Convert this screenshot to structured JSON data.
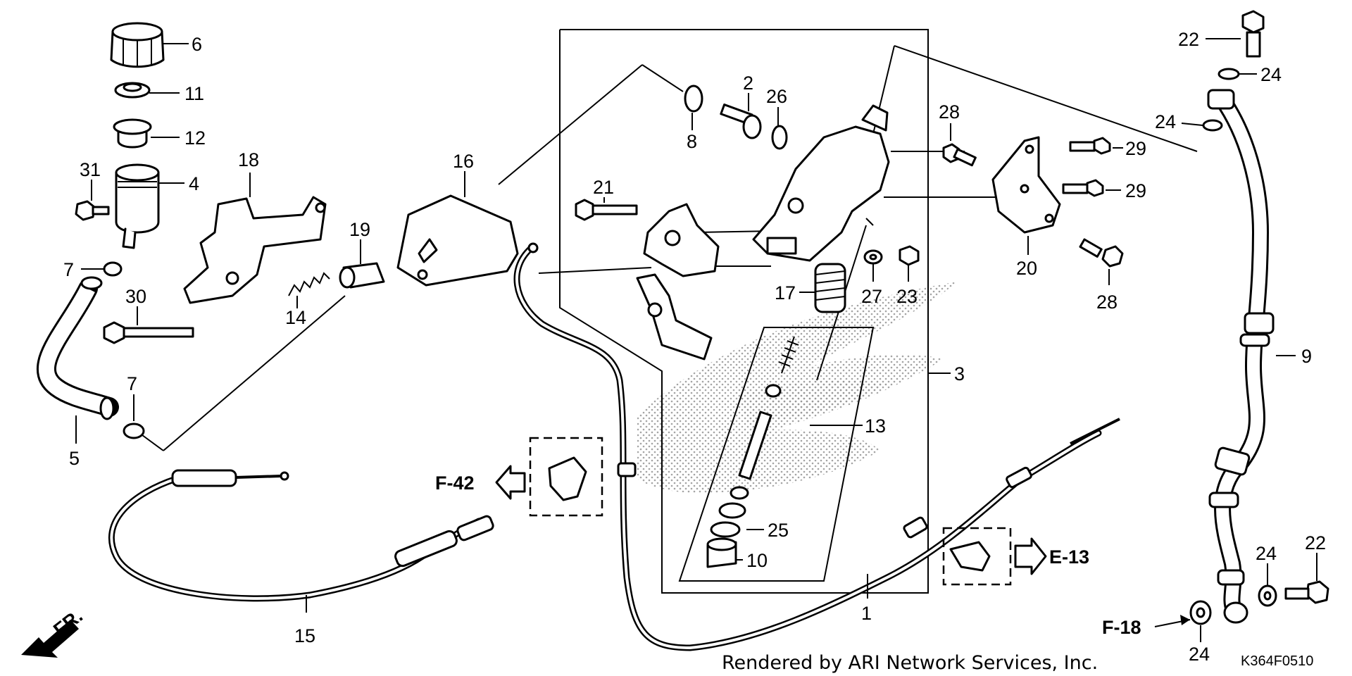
{
  "callouts": {
    "c1": "1",
    "c2": "2",
    "c3": "3",
    "c4": "4",
    "c5": "5",
    "c6": "6",
    "c7a": "7",
    "c7b": "7",
    "c8": "8",
    "c9": "9",
    "c10": "10",
    "c11": "11",
    "c12": "12",
    "c13": "13",
    "c14": "14",
    "c15": "15",
    "c16": "16",
    "c17": "17",
    "c18": "18",
    "c19": "19",
    "c20": "20",
    "c21": "21",
    "c22a": "22",
    "c22b": "22",
    "c23": "23",
    "c24a": "24",
    "c24b": "24",
    "c24c": "24",
    "c24d": "24",
    "c25": "25",
    "c26": "26",
    "c27": "27",
    "c28a": "28",
    "c28b": "28",
    "c29a": "29",
    "c29b": "29",
    "c30": "30",
    "c31": "31"
  },
  "references": {
    "f42": "F-42",
    "e13": "E-13",
    "f18": "F-18"
  },
  "front_label": "FR.",
  "credit": "Rendered by ARI Network Services, Inc.",
  "diagram_code": "K364F0510"
}
